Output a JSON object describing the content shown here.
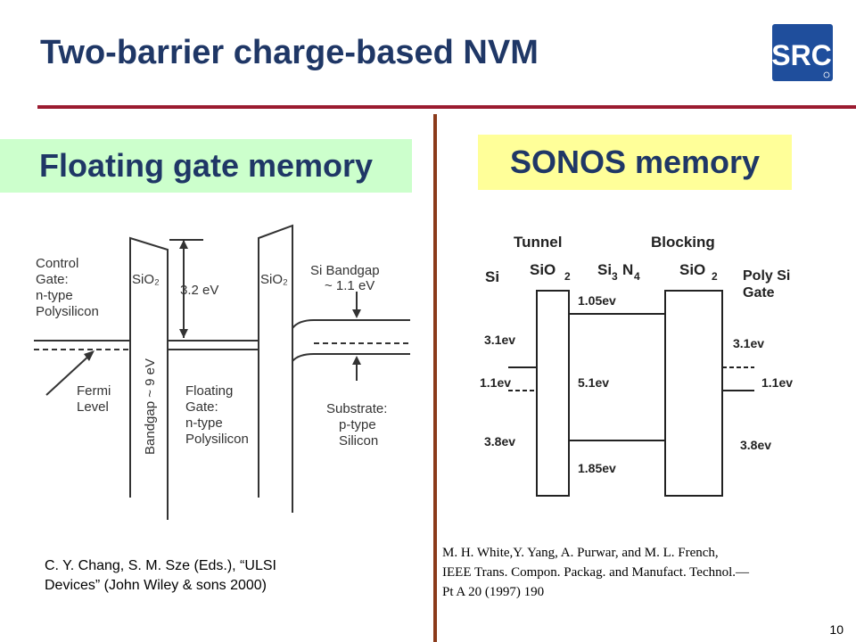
{
  "slide": {
    "title": "Two-barrier charge-based NVM",
    "page_number": "10",
    "logo_text": "SRC"
  },
  "left": {
    "heading": "Floating gate memory",
    "diagram": {
      "control_gate": [
        "Control",
        "Gate:",
        "n-type",
        "Polysilicon"
      ],
      "sio2_a": "SiO₂",
      "sio2_b": "SiO₂",
      "barrier": "3.2 eV",
      "bandgap": "Bandgap ~ 9 eV",
      "si_bandgap": [
        "Si Bandgap",
        "~ 1.1 eV"
      ],
      "fermi": [
        "Fermi",
        "Level"
      ],
      "floating_gate": [
        "Floating",
        "Gate:",
        "n-type",
        "Polysilicon"
      ],
      "substrate": [
        "Substrate:",
        "p-type",
        "Silicon"
      ]
    },
    "citation": [
      "C. Y. Chang, S. M. Sze (Eds.), “ULSI",
      "Devices” (John Wiley & sons 2000)"
    ]
  },
  "right": {
    "heading": "SONOS memory",
    "diagram": {
      "tunnel": "Tunnel",
      "blocking": "Blocking",
      "si": "Si",
      "sio2_left": "SiO",
      "sio2_left_sub": "2",
      "si3n4_si": "Si",
      "si3n4_sub3": "3",
      "si3n4_n": "N",
      "si3n4_sub4": "4",
      "sio2_right": "SiO",
      "sio2_right_sub": "2",
      "poly_si_gate": [
        "Poly Si",
        "Gate"
      ],
      "left_values": [
        "3.1ev",
        "1.1ev",
        "3.8ev"
      ],
      "nitride_values": [
        "1.05ev",
        "5.1ev",
        "1.85ev"
      ],
      "right_values": [
        "3.1ev",
        "1.1ev",
        "3.8ev"
      ]
    },
    "citation": [
      "M. H. White,Y. Yang, A. Purwar, and M. L. French,",
      "IEEE Trans. Compon. Packag. and Manufact. Technol.—",
      "Pt A 20 (1997) 190"
    ]
  },
  "colors": {
    "title": "#1f3766",
    "rule": "#9b1b30",
    "divider": "#8b3a1a",
    "floating_gate_bg": "#ccffcc",
    "sonos_bg": "#ffff99",
    "logo": "#1f4e9c"
  }
}
